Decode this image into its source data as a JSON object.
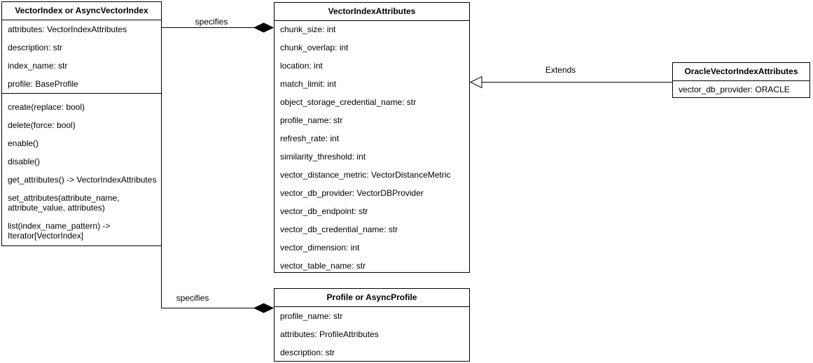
{
  "diagram": {
    "colors": {
      "background": "#ffffff",
      "box_fill": "#ffffff",
      "border": "#000000",
      "line": "#000000",
      "text": "#000000"
    },
    "classes": {
      "vector_index": {
        "title": "VectorIndex or AsyncVectorIndex",
        "attributes": [
          "attributes: VectorIndexAttributes",
          "description: str",
          "index_name: str",
          "profile: BaseProfile"
        ],
        "methods": [
          "create(replace: bool)",
          "delete(force: bool)",
          "enable()",
          "disable()",
          "get_attributes() -> VectorIndexAttributes",
          "set_attributes(attribute_name, attribute_value, attributes)",
          "list(index_name_pattern) -> Iterator[VectorIndex]"
        ]
      },
      "vector_index_attributes": {
        "title": "VectorIndexAttributes",
        "attributes": [
          "chunk_size: int",
          "chunk_overlap: int",
          "location: int",
          "match_limit: int",
          "object_storage_credential_name: str",
          "profile_name: str",
          "refresh_rate: int",
          "similarity_threshold: int",
          "vector_distance_metric: VectorDistanceMetric",
          "vector_db_provider: VectorDBProvider",
          "vector_db_endpoint: str",
          "vector_db_credential_name: str",
          "vector_dimension: int",
          "vector_table_name: str"
        ]
      },
      "oracle_vector_index_attributes": {
        "title": "OracleVectorIndexAttributes",
        "attributes": [
          "vector_db_provider: ORACLE"
        ]
      },
      "profile": {
        "title": "Profile or AsyncProfile",
        "attributes": [
          "profile_name: str",
          "attributes: ProfileAttributes",
          "description: str"
        ]
      }
    },
    "relationships": {
      "specifies_attributes": {
        "label": "specifies",
        "type": "composition"
      },
      "specifies_profile": {
        "label": "specifies",
        "type": "composition"
      },
      "extends": {
        "label": "Extends",
        "type": "inheritance"
      }
    }
  }
}
